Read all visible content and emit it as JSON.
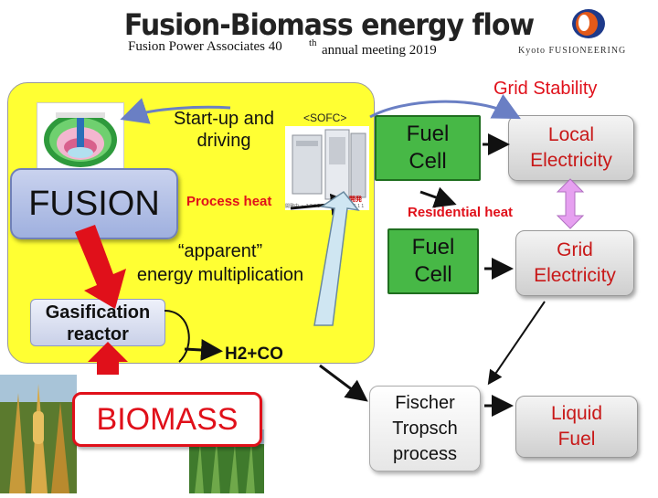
{
  "header": {
    "title": "Fusion-Biomass energy flow",
    "subtitle_left": "Fusion Power Associates 40",
    "subtitle_sup": "th",
    "subtitle_right": "annual meeting 2019",
    "logo_text": "Kyoto FUSIONEERING"
  },
  "left_panel": {
    "fusion_label": "FUSION",
    "startup_line1": "Start-up and",
    "startup_line2": "driving",
    "sofc_tag": "<SOFC>",
    "sofc_caption": "開発中 ・ 1 2 3 5 7 8 9 ・ 1 2 3 4 5 1 1",
    "sofc_mark": "開発",
    "process_heat": "Process heat",
    "apparent_line1": "“apparent”",
    "apparent_line2": "energy multiplication",
    "gasification_line1": "Gasification",
    "gasification_line2": "reactor"
  },
  "middle": {
    "h2co": "H2+CO",
    "biomass": "BIOMASS"
  },
  "right": {
    "grid_stability": "Grid Stability",
    "fuel_cell_1_line1": "Fuel",
    "fuel_cell_1_line2": "Cell",
    "local_line1": "Local",
    "local_line2": "Electricity",
    "residential_heat": "Residential heat",
    "fuel_cell_2_line1": "Fuel",
    "fuel_cell_2_line2": "Cell",
    "grid_line1": "Grid",
    "grid_line2": "Electricity",
    "fischer_line1": "Fischer",
    "fischer_line2": "Tropsch",
    "fischer_line3": "process",
    "liquid_line1": "Liquid",
    "liquid_line2": "Fuel"
  },
  "colors": {
    "accent_red": "#e0101a",
    "fuel_cell_green": "#47b846",
    "panel_yellow": "#ffff33",
    "fusion_blue": "#9fb0df",
    "arrow_lilac": "#e6a0f0"
  }
}
